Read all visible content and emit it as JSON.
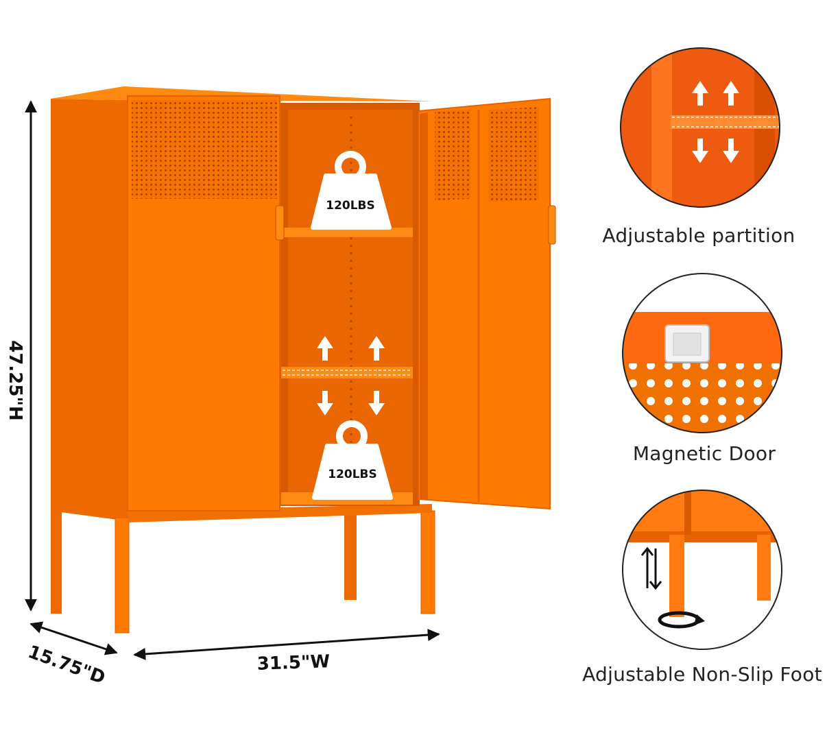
{
  "dimensions": {
    "height": "47.25\"H",
    "width": "31.5\"W",
    "depth": "15.75\"D"
  },
  "weight_labels": [
    "120LBS",
    "120LBS"
  ],
  "features": [
    {
      "caption": "Adjustable partition"
    },
    {
      "caption": "Magnetic Door"
    },
    {
      "caption": "Adjustable Non-Slip Foot"
    }
  ],
  "colors": {
    "cabinet": "#ff7a00",
    "cabinet_dark": "#e36200",
    "cabinet_inner": "#f06e00",
    "outline": "#ffffff"
  }
}
